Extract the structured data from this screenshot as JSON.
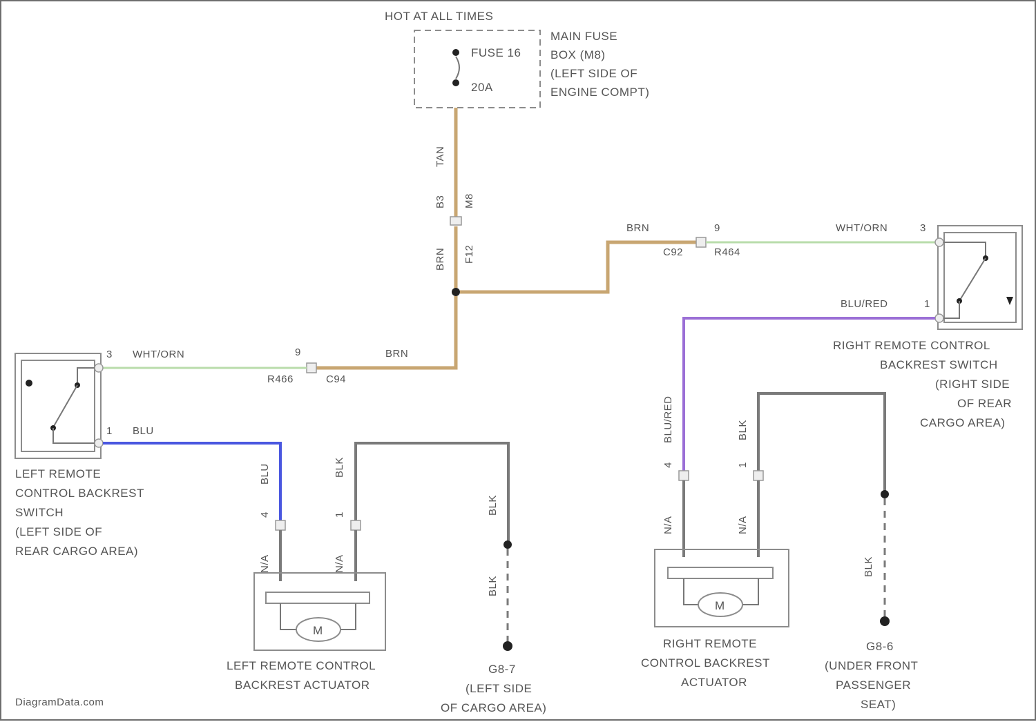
{
  "power": {
    "title": "HOT AT ALL TIMES",
    "fuse_label": "FUSE 16",
    "fuse_amp": "20A",
    "fuse_box": [
      "MAIN FUSE",
      "BOX (M8)",
      "(LEFT SIDE OF",
      "ENGINE COMPT)"
    ]
  },
  "wires": {
    "feed_color": "TAN",
    "feed_pin": "B3",
    "feed_conn": "M8",
    "feed_splice_color": "BRN",
    "feed_splice_conn": "F12",
    "right_branch_color": "BRN",
    "right_branch_pin": "9",
    "right_branch_conn": "C92",
    "right_branch_conn2": "R464",
    "right_switch_in_color": "WHT/ORN",
    "right_switch_in_pin": "3",
    "right_switch_out_color": "BLU/RED",
    "right_switch_out_pin": "1",
    "left_branch_color": "BRN",
    "left_branch_pin": "9",
    "left_branch_conn": "R466",
    "left_branch_conn2": "C94",
    "left_switch_in_color": "WHT/ORN",
    "left_switch_in_pin": "3",
    "left_switch_out_color": "BLU",
    "left_switch_out_pin": "1"
  },
  "left_switch": {
    "label": [
      "LEFT REMOTE",
      "CONTROL BACKREST",
      "SWITCH",
      "(LEFT SIDE OF",
      "REAR CARGO AREA)"
    ]
  },
  "right_switch": {
    "label": [
      "RIGHT REMOTE CONTROL",
      "BACKREST SWITCH",
      "(RIGHT SIDE",
      "OF REAR",
      "CARGO AREA)"
    ]
  },
  "left_actuator": {
    "wire_a_color": "BLU",
    "wire_a_pin": "4",
    "wire_a_conn": "N/A",
    "wire_b_color": "BLK",
    "wire_b_pin": "1",
    "wire_b_conn": "N/A",
    "motor": "M",
    "label": [
      "LEFT REMOTE CONTROL",
      "BACKREST ACTUATOR"
    ]
  },
  "right_actuator": {
    "wire_a_color": "BLU/RED",
    "wire_a_pin": "4",
    "wire_a_conn": "N/A",
    "wire_b_color": "BLK",
    "wire_b_pin": "1",
    "wire_b_conn": "N/A",
    "motor": "M",
    "label": [
      "RIGHT REMOTE",
      "CONTROL BACKREST",
      "ACTUATOR"
    ]
  },
  "left_ground": {
    "wire_color": "BLK",
    "wire_color2": "BLK",
    "label": [
      "G8-7",
      "(LEFT SIDE",
      "OF CARGO AREA)"
    ]
  },
  "right_ground": {
    "wire_color": "BLK",
    "label": [
      "G8-6",
      "(UNDER FRONT",
      "PASSENGER",
      "SEAT)"
    ]
  },
  "watermark": "DiagramData.com"
}
